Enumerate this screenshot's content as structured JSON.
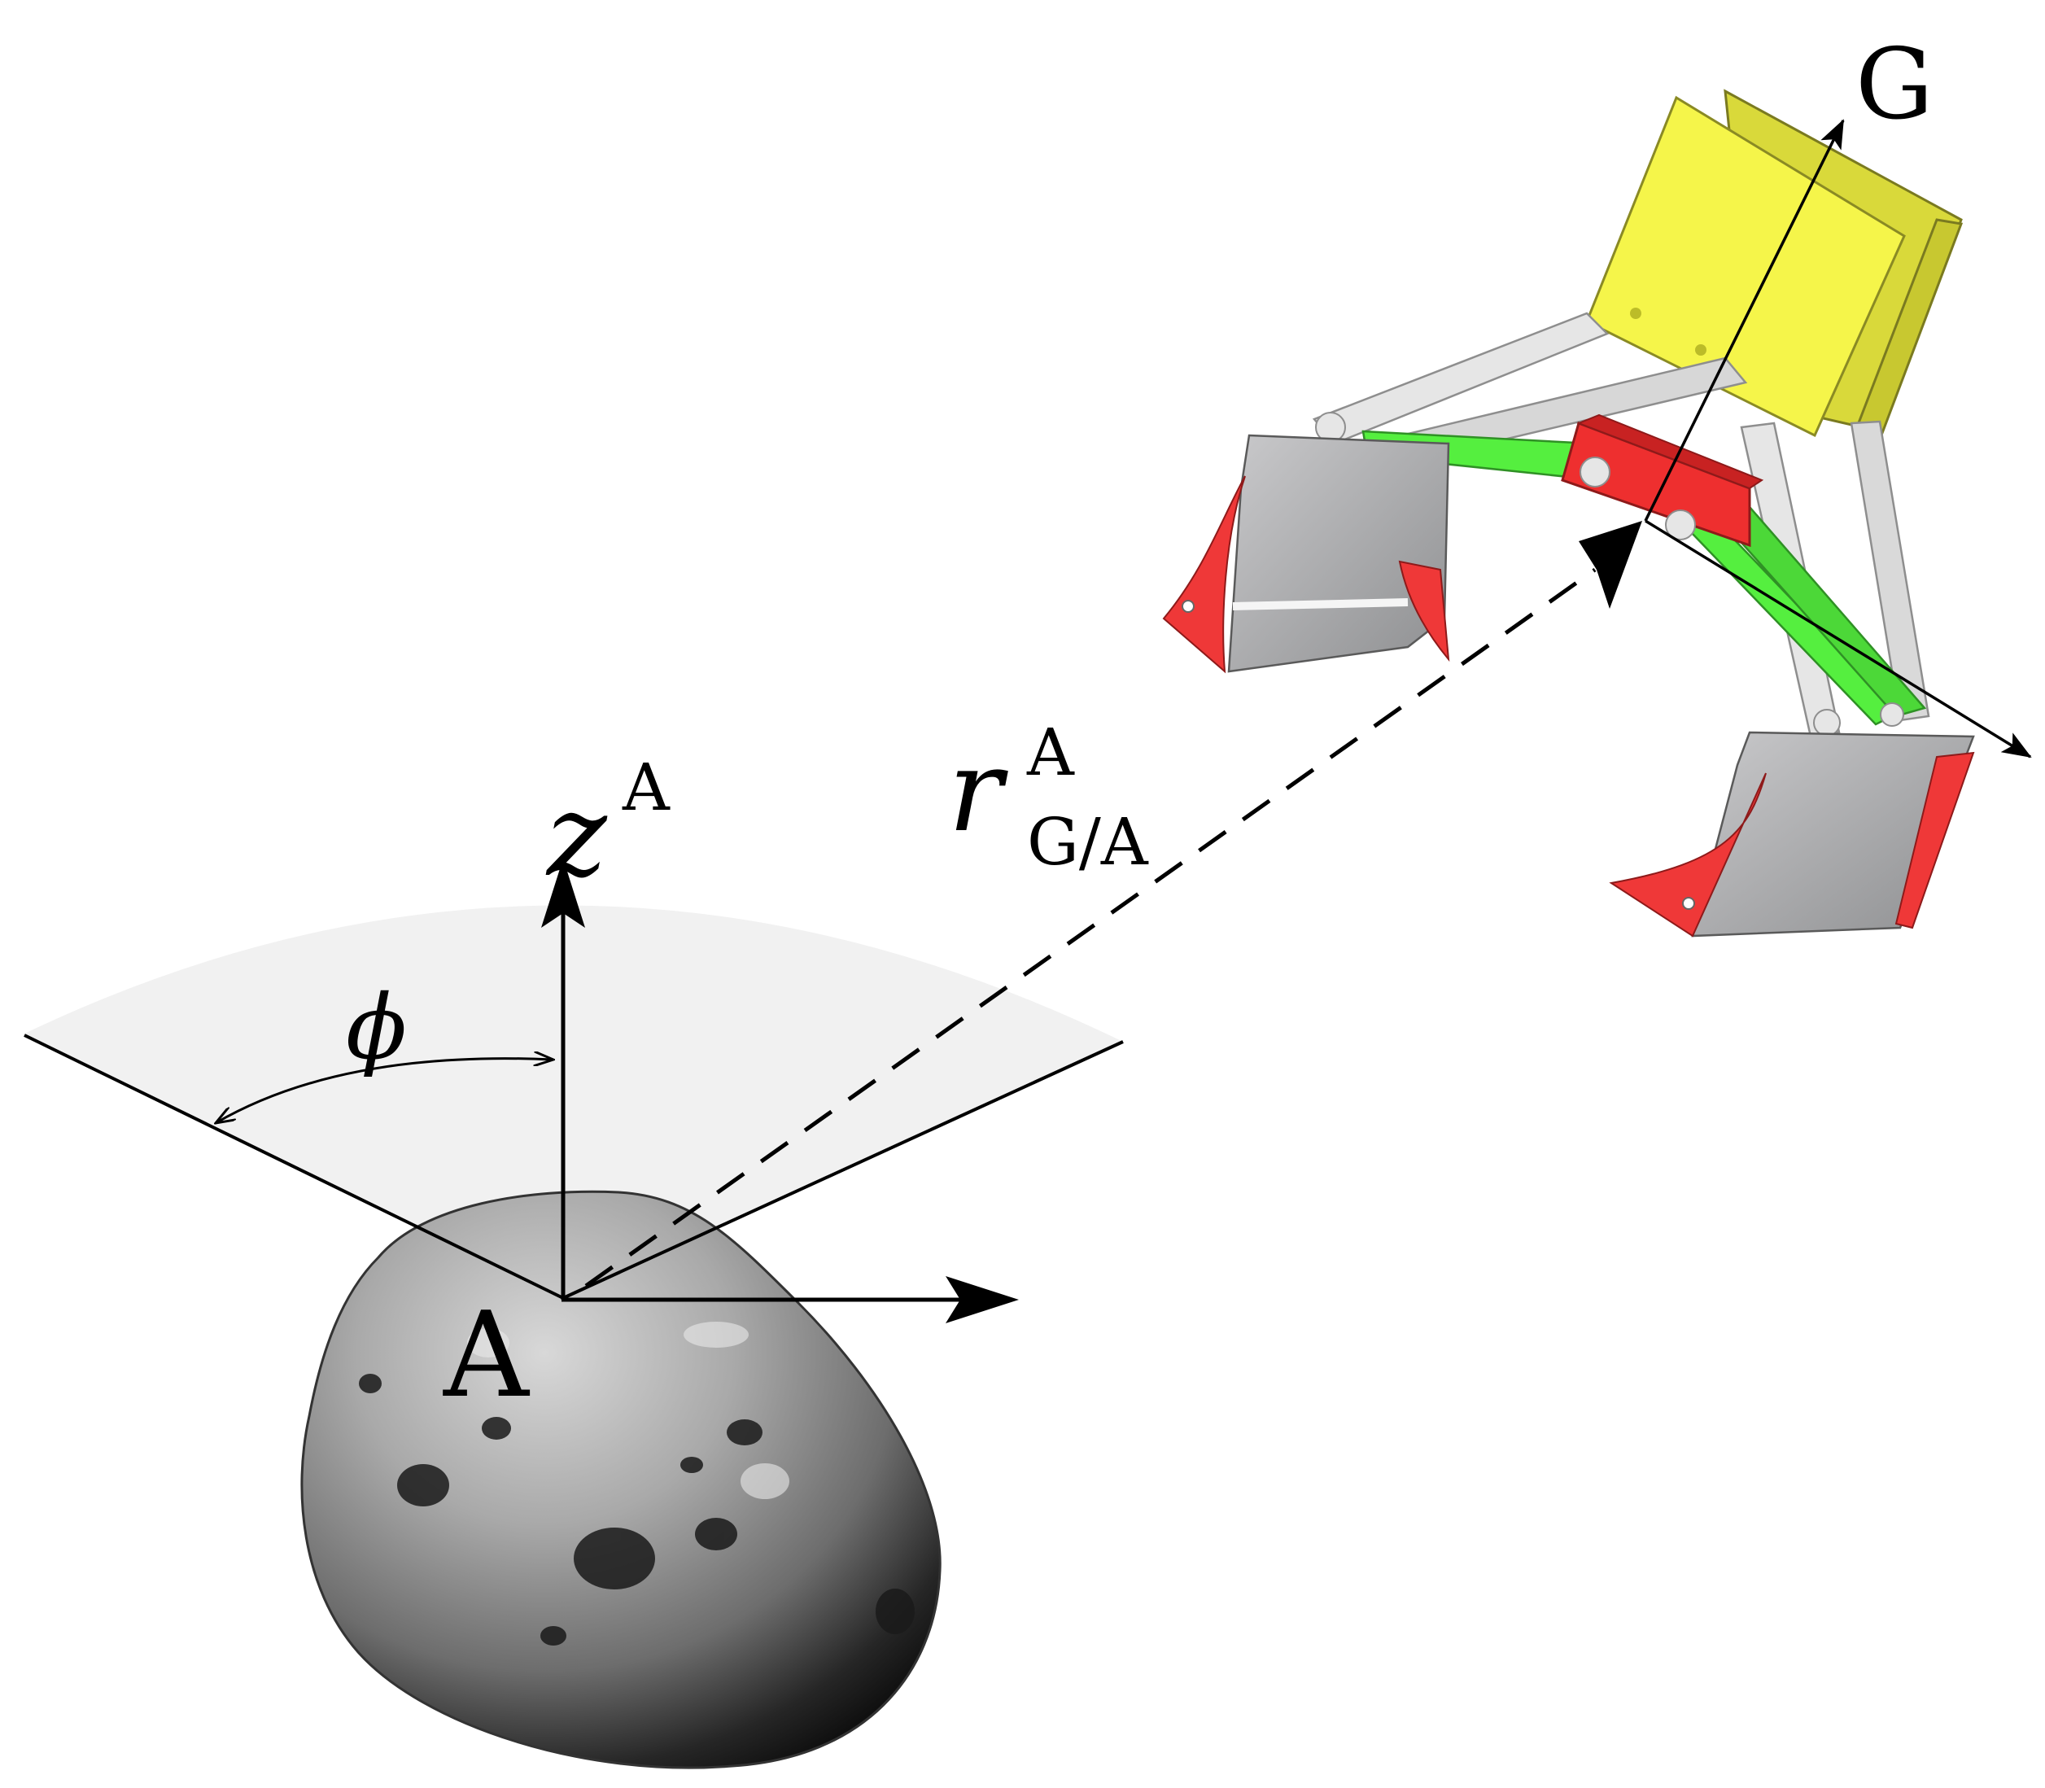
{
  "labels": {
    "origin": "A",
    "gripper": "G",
    "z_axis": "z",
    "z_axis_sup": "A",
    "vector": "r",
    "vector_sup": "A",
    "vector_sub": "G/A",
    "angle": "ϕ"
  },
  "colors": {
    "gripper_body": "#f5f54a",
    "gripper_arm": "#e6e6e6",
    "gripper_link": "#55ef3f",
    "gripper_hub": "#ee2f2f",
    "gripper_bucket": "#9a9b9d",
    "gripper_tip": "#ef3838",
    "asteroid": "#8a8a8a",
    "cone_fill": "#f1f1f1"
  }
}
